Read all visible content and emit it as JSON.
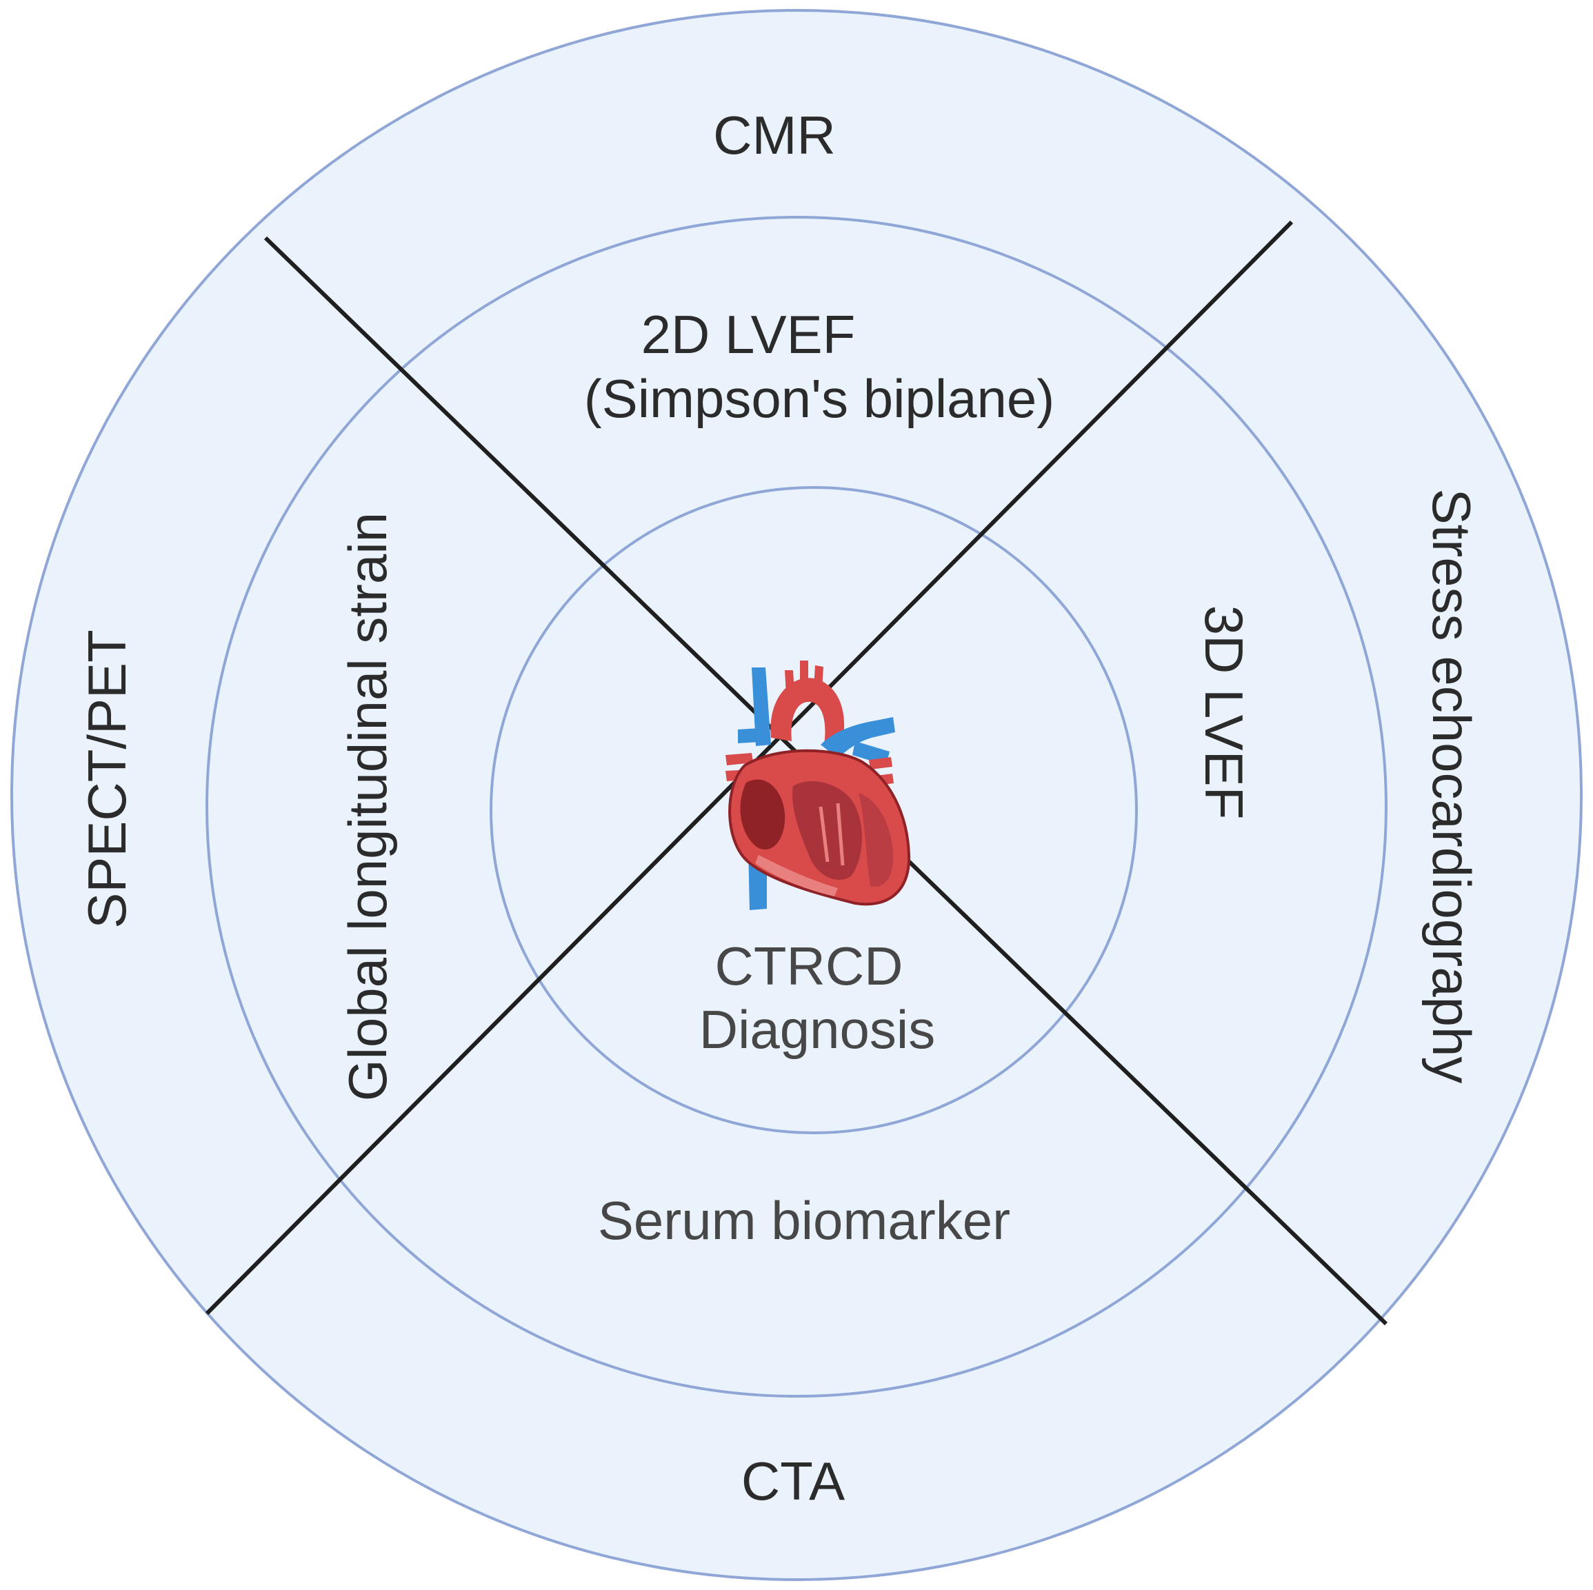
{
  "rings": {
    "outer": {
      "top": "CMR",
      "bottom": "CTA",
      "left": "SPECT/PET",
      "right": "Stress echocardiography"
    },
    "middle": {
      "top_line1": "2D LVEF",
      "top_line2": "(Simpson's biplane)",
      "right": "3D LVEF",
      "bottom": "Serum biomarker",
      "left": "Global longitudinal strain"
    },
    "center": {
      "line1": "CTRCD",
      "line2": "Diagnosis",
      "icon": "heart-anatomy-icon"
    }
  },
  "colors": {
    "ring_fill": "#eaf2fc",
    "ring_stroke": "#8fa6d6",
    "divider": "#1f1f1f",
    "heart_red": "#d94a4a",
    "heart_dark": "#8f2226",
    "vessel_blue": "#3a8fd9"
  }
}
